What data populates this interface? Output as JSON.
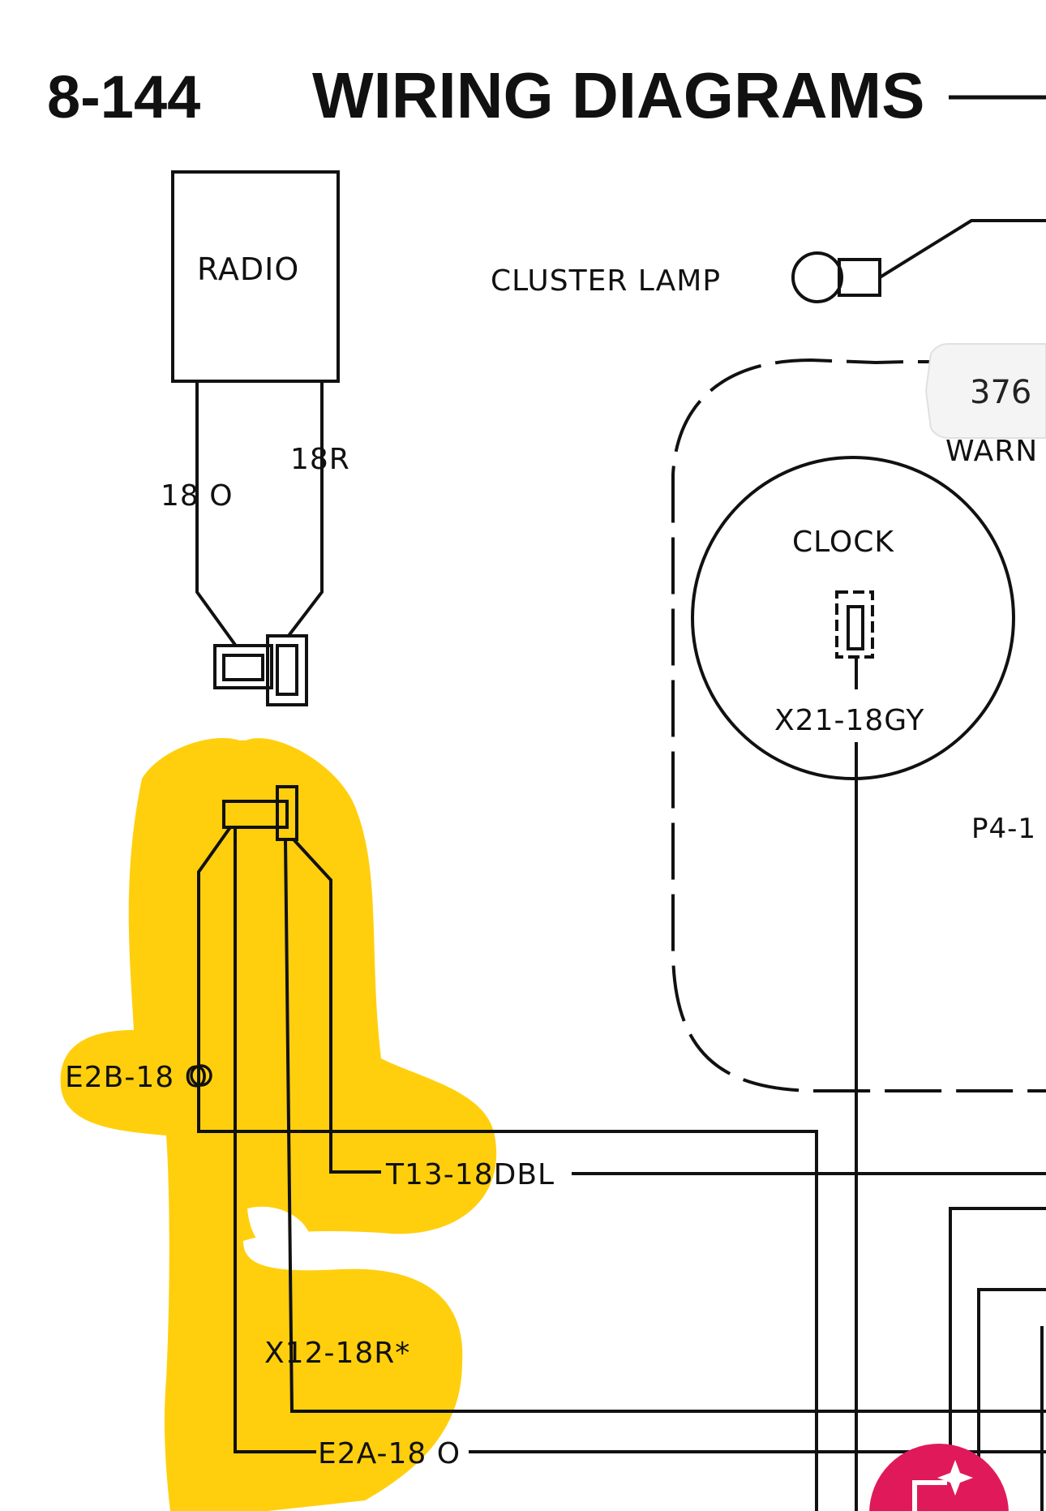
{
  "header": {
    "page_number": "8-144",
    "title": "WIRING DIAGRAMS"
  },
  "components": {
    "radio": "RADIO",
    "cluster_lamp": "CLUSTER  LAMP",
    "clock": "CLOCK",
    "warning_partial": "WARN",
    "p4_partial": "P4-1"
  },
  "wires": {
    "radio_left": "18 O",
    "radio_right": "18R",
    "clock_lead": "X21-18GY",
    "e2b": "E2B-18 O",
    "t13": "T13-18DBL",
    "x12": "X12-18R*",
    "e2a": "E2A-18 O"
  },
  "viewer": {
    "page_badge": "376",
    "highlight_color": "#ffcc00",
    "fab_color": "#e0195a",
    "fab_icon": "sparkle-edit-icon"
  }
}
